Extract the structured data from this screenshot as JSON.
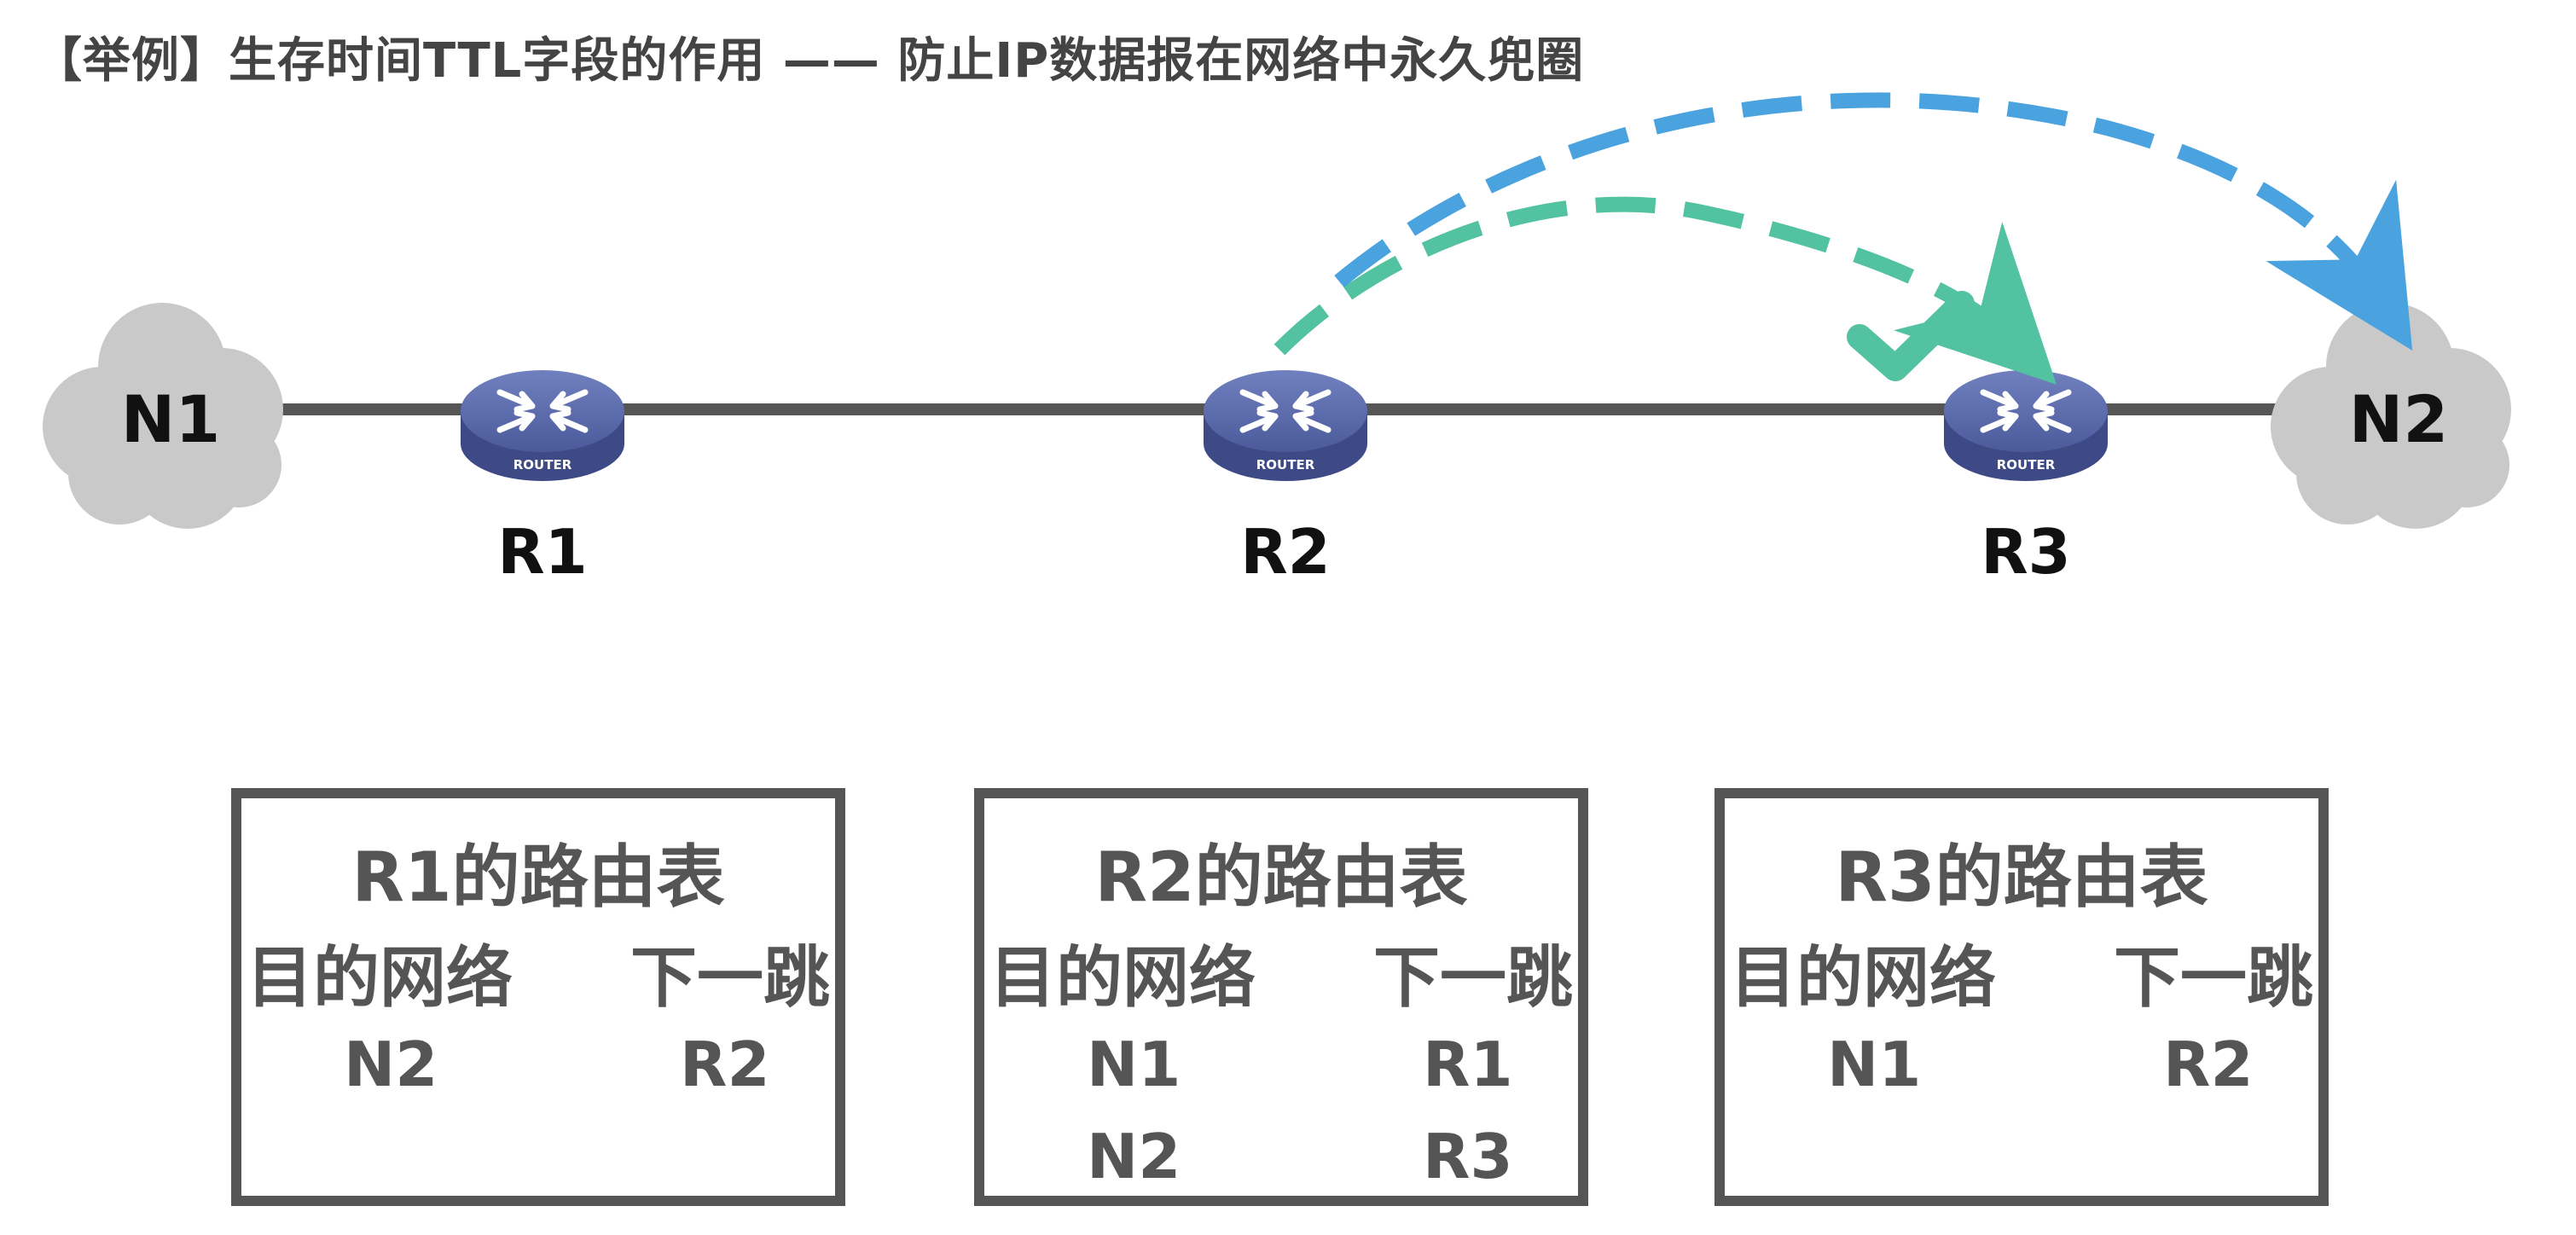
{
  "title": "【举例】生存时间TTL字段的作用 —— 防止IP数据报在网络中永久兜圈",
  "networks": {
    "n1": "N1",
    "n2": "N2"
  },
  "routers": {
    "r1": {
      "name": "R1",
      "caption": "ROUTER"
    },
    "r2": {
      "name": "R2",
      "caption": "ROUTER"
    },
    "r3": {
      "name": "R3",
      "caption": "ROUTER"
    }
  },
  "colors": {
    "link": "#555555",
    "router_top": "#5a6aa8",
    "router_side": "#3d4a85",
    "cloud": "#c9c9c9",
    "blue_arrow": "#4aa3df",
    "green_arrow": "#52c2a0",
    "checkmark": "#52c2a0",
    "table_border": "#555555"
  },
  "icons": [
    "router-icon",
    "cloud-icon",
    "checkmark-icon",
    "dashed-arrow"
  ],
  "tables": [
    {
      "title": "R1的路由表",
      "dest_header": "目的网络",
      "next_header": "下一跳",
      "rows": [
        {
          "dest": "N2",
          "next": "R2"
        }
      ]
    },
    {
      "title": "R2的路由表",
      "dest_header": "目的网络",
      "next_header": "下一跳",
      "rows": [
        {
          "dest": "N1",
          "next": "R1"
        },
        {
          "dest": "N2",
          "next": "R3"
        }
      ]
    },
    {
      "title": "R3的路由表",
      "dest_header": "目的网络",
      "next_header": "下一跳",
      "rows": [
        {
          "dest": "N1",
          "next": "R2"
        }
      ]
    }
  ]
}
